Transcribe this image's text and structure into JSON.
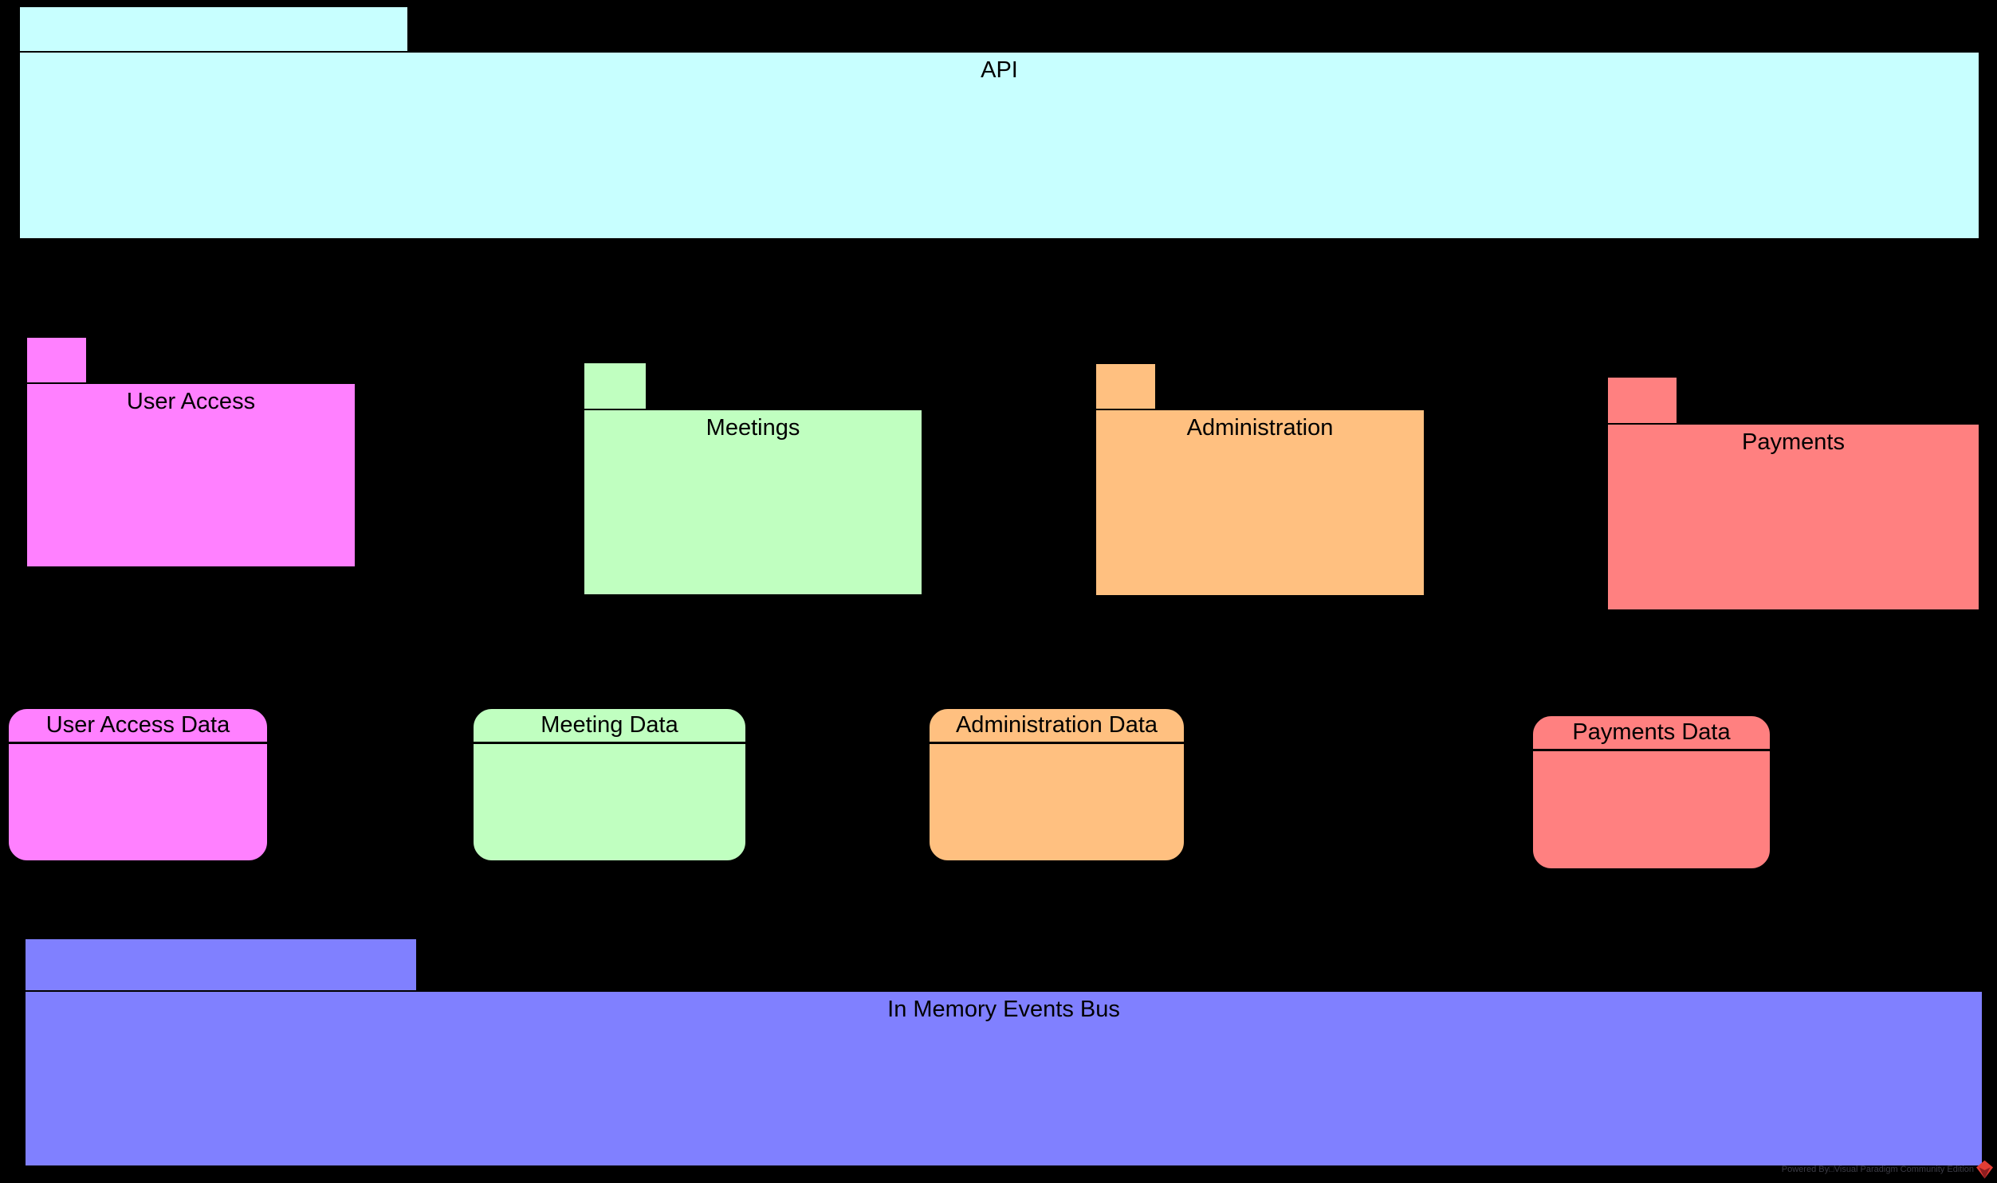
{
  "diagram": {
    "background": "#000000",
    "packages": [
      {
        "name": "api",
        "label": "API",
        "fill": "#c8ffff"
      },
      {
        "name": "user-access",
        "label": "User Access",
        "fill": "#ff80ff"
      },
      {
        "name": "meetings",
        "label": "Meetings",
        "fill": "#c0ffc0"
      },
      {
        "name": "administration",
        "label": "Administration",
        "fill": "#ffc080"
      },
      {
        "name": "payments",
        "label": "Payments",
        "fill": "#ff8080"
      },
      {
        "name": "events-bus",
        "label": "In Memory Events Bus",
        "fill": "#8080ff"
      }
    ],
    "data_stores": [
      {
        "name": "user-access-data",
        "label": "User Access Data",
        "fill": "#ff80ff"
      },
      {
        "name": "meeting-data",
        "label": "Meeting Data",
        "fill": "#c0ffc0"
      },
      {
        "name": "administration-data",
        "label": "Administration Data",
        "fill": "#ffc080"
      },
      {
        "name": "payments-data",
        "label": "Payments Data",
        "fill": "#ff8080"
      }
    ],
    "watermark": {
      "text": "Powered By□Visual Paradigm Community Edition",
      "text_color": "#3c3c46",
      "logo_primary": "#e23d35",
      "logo_shadow": "#8f1d1f"
    }
  }
}
